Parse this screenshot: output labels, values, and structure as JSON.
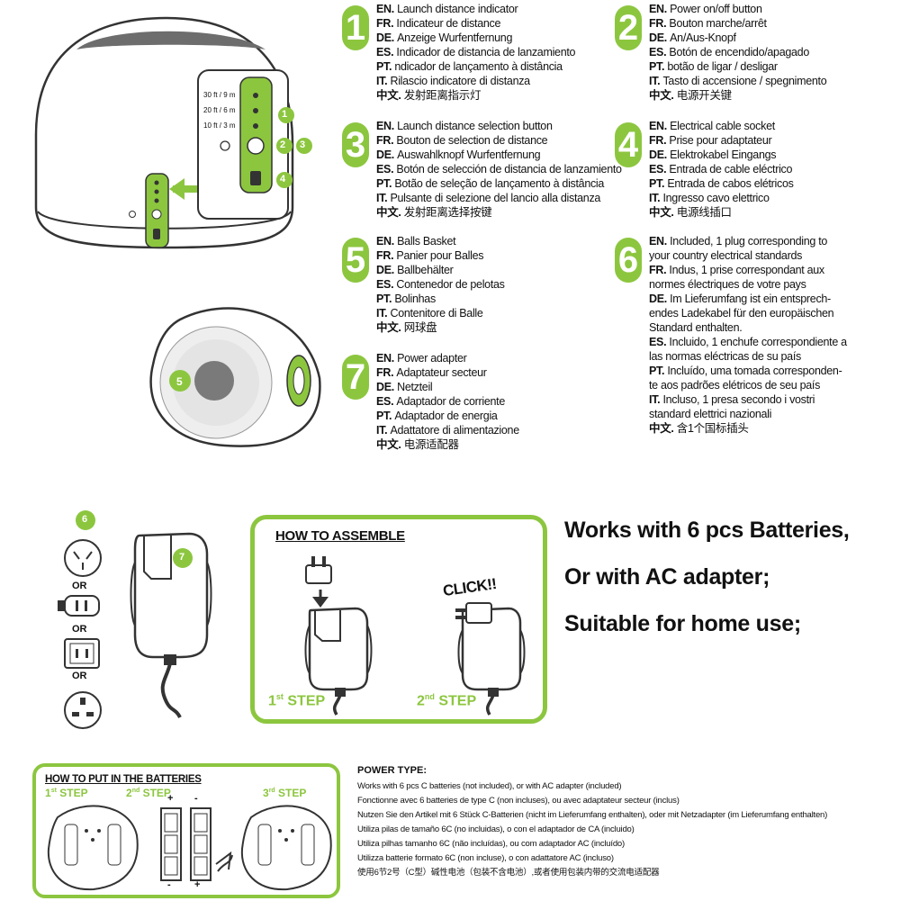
{
  "features": [
    {
      "num": "1",
      "lines": [
        [
          "EN.",
          "Launch distance indicator"
        ],
        [
          "FR.",
          "Indicateur de distance"
        ],
        [
          "DE.",
          "Anzeige Wurfentfernung"
        ],
        [
          "ES.",
          "Indicador de distancia de lanzamiento"
        ],
        [
          "PT.",
          "ndicador de lançamento à distância"
        ],
        [
          "IT.",
          "Rilascio indicatore di distanza"
        ],
        [
          "中文.",
          "发射距离指示灯"
        ]
      ]
    },
    {
      "num": "2",
      "lines": [
        [
          "EN.",
          "Power on/off button"
        ],
        [
          "FR.",
          "Bouton marche/arrêt"
        ],
        [
          "DE.",
          "An/Aus-Knopf"
        ],
        [
          "ES.",
          "Botón de encendido/apagado"
        ],
        [
          "PT.",
          "botão de ligar / desligar"
        ],
        [
          "IT.",
          "Tasto di accensione / spegnimento"
        ],
        [
          "中文.",
          "电源开关键"
        ]
      ]
    },
    {
      "num": "3",
      "lines": [
        [
          "EN.",
          "Launch distance selection button"
        ],
        [
          "FR.",
          "Bouton de selection de distance"
        ],
        [
          "DE.",
          "Auswahlknopf Wurfentfernung"
        ],
        [
          "ES.",
          "Botón de selección de distancia de lanzamiento"
        ],
        [
          "PT.",
          "Botão de seleção de lançamento à distância"
        ],
        [
          "IT.",
          "Pulsante di selezione del lancio alla distanza"
        ],
        [
          "中文.",
          "发射距离选择按键"
        ]
      ]
    },
    {
      "num": "4",
      "lines": [
        [
          "EN.",
          "Electrical cable socket"
        ],
        [
          "FR.",
          "Prise pour adaptateur"
        ],
        [
          "DE.",
          "Elektrokabel Eingangs"
        ],
        [
          "ES.",
          "Entrada de cable eléctrico"
        ],
        [
          "PT.",
          "Entrada de cabos elétricos"
        ],
        [
          "IT.",
          "Ingresso cavo elettrico"
        ],
        [
          "中文.",
          "电源线插口"
        ]
      ]
    },
    {
      "num": "5",
      "lines": [
        [
          "EN.",
          "Balls Basket"
        ],
        [
          "FR.",
          "Panier pour Balles"
        ],
        [
          "DE.",
          "Ballbehälter"
        ],
        [
          "ES.",
          "Contenedor de pelotas"
        ],
        [
          "PT.",
          "Bolinhas"
        ],
        [
          "IT.",
          "Contenitore di Balle"
        ],
        [
          "中文.",
          "网球盘"
        ]
      ]
    },
    {
      "num": "6",
      "lines": [
        [
          "EN.",
          "Included, 1 plug corresponding to"
        ],
        [
          "",
          "your country electrical standards"
        ],
        [
          "FR.",
          "Indus, 1 prise correspondant aux"
        ],
        [
          "",
          "normes électriques de votre pays"
        ],
        [
          "DE.",
          "Im Lieferumfang ist ein entsprech-"
        ],
        [
          "",
          "endes Ladekabel für den europäischen"
        ],
        [
          "",
          "Standard enthalten."
        ],
        [
          "ES.",
          "Incluido, 1 enchufe correspondiente a"
        ],
        [
          "",
          "las normas eléctricas de su país"
        ],
        [
          "PT.",
          "Incluído, uma tomada corresponden-"
        ],
        [
          "",
          "te aos padrões elétricos de seu país"
        ],
        [
          "IT.",
          "Incluso, 1 presa secondo i vostri"
        ],
        [
          "",
          "standard elettrici nazionali"
        ],
        [
          "中文.",
          "含1个国标插头"
        ]
      ]
    },
    {
      "num": "7",
      "lines": [
        [
          "EN.",
          "Power adapter"
        ],
        [
          "FR.",
          "Adaptateur secteur"
        ],
        [
          "DE.",
          "Netzteil"
        ],
        [
          "ES.",
          "Adaptador de corriente"
        ],
        [
          "PT.",
          "Adaptador de energia"
        ],
        [
          "IT.",
          "Adattatore di alimentazione"
        ],
        [
          "中文.",
          "电源适配器"
        ]
      ]
    }
  ],
  "device": {
    "distances": [
      "30 ft / 9 m",
      "20 ft / 6 m",
      "10 ft / 3 m"
    ],
    "callouts": [
      "1",
      "2",
      "3",
      "4"
    ],
    "basket_label": "5"
  },
  "plugs": {
    "badge6": "6",
    "badge7": "7",
    "or": "OR"
  },
  "assemble": {
    "title": "HOW TO ASSEMBLE",
    "click": "CLICK!!",
    "step1": "1",
    "step1_sup": "st",
    "step2": "2",
    "step2_sup": "nd",
    "step_word": "STEP"
  },
  "taglines": [
    "Works with 6 pcs Batteries,",
    "Or with AC adapter;",
    "Suitable for home use;"
  ],
  "batteries": {
    "title": "HOW TO PUT IN THE BATTERIES",
    "s1": "1",
    "s1_sup": "st",
    "s2": "2",
    "s2_sup": "nd",
    "s3": "3",
    "s3_sup": "rd",
    "step_word": "STEP",
    "plus": "+",
    "minus": "-"
  },
  "power": {
    "title": "POWER TYPE:",
    "lines": [
      "Works with 6 pcs C batteries (not included), or with AC adapter (included)",
      "Fonctionne avec 6 batteries de type C (non incluses), ou avec adaptateur secteur (inclus)",
      "Nutzen Sie den Artikel mit 6 Stück C-Batterien (nicht im Lieferumfang enthalten), oder mit Netzadapter (im Lieferumfang enthalten)",
      "Utiliza pilas de tamaño 6C (no incluidas), o con el adaptador de CA (incluido)",
      "Utiliza pilhas tamanho 6C (não incluídas), ou com adaptador AC (incluído)",
      "Utilizza batterie formato 6C (non incluse), o con adattatore AC (incluso)",
      "使用6节2号（C型）碱性电池（包装不含电池）,或者使用包装内带的交流电适配器"
    ]
  },
  "colors": {
    "accent": "#8cc63f",
    "dark": "#111111",
    "grey": "#6d6d6d"
  }
}
